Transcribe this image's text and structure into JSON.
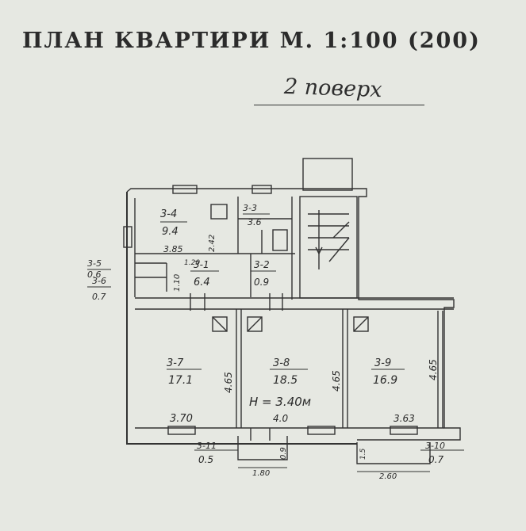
{
  "header": {
    "title": "ПЛАН КВАРТИРИ М. 1:100 (200)",
    "floor_note": "2 поверх"
  },
  "rooms": [
    {
      "id": "3-4",
      "area": "9.4"
    },
    {
      "id": "3-3",
      "area": "3.6"
    },
    {
      "id": "3-5",
      "area": "0.6"
    },
    {
      "id": "3-6",
      "area": "0.7"
    },
    {
      "id": "3-1",
      "area": "6.4"
    },
    {
      "id": "3-2",
      "area": "0.9"
    },
    {
      "id": "3-7",
      "area": "17.1"
    },
    {
      "id": "3-8",
      "area": "18.5"
    },
    {
      "id": "3-9",
      "area": "16.9"
    },
    {
      "id": "3-11",
      "area": "0.5"
    },
    {
      "id": "3-10",
      "area": "0.7"
    }
  ],
  "dimensions": {
    "d_385": "3.85",
    "d_242": "2.42",
    "d_120": "1.20",
    "d_110": "1.10",
    "d_465_a": "4.65",
    "d_465_b": "4.65",
    "d_465_c": "4.65",
    "d_370": "3.70",
    "d_40": "4.0",
    "d_363": "3.63",
    "d_180": "1.80",
    "d_09": "0.9",
    "d_260": "2.60",
    "d_15": "1.5"
  },
  "ceiling_height": "H = 3.40м"
}
